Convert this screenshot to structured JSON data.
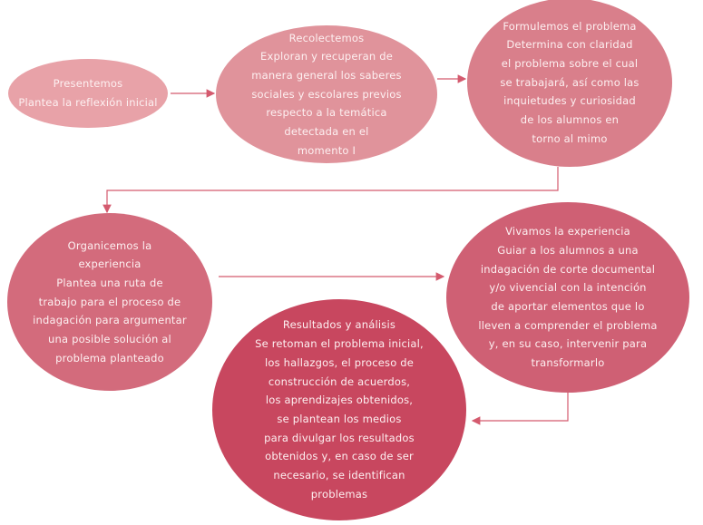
{
  "colors": {
    "arrow": "#d45a6e",
    "n1": "#e8a2a8",
    "n2": "#e0939b",
    "n3": "#d97f8b",
    "n4": "#d36b7c",
    "n5": "#cf6074",
    "n6": "#c8475f"
  },
  "nodes": [
    {
      "id": "presentemos",
      "lines": [
        "Presentemos",
        "Plantea la reflexión inicial"
      ]
    },
    {
      "id": "recolectemos",
      "lines": [
        "Recolectemos",
        "Exploran y recuperan de",
        "manera general los saberes",
        "sociales y escolares previos",
        "respecto a la temática",
        "detectada en el",
        "momento I"
      ]
    },
    {
      "id": "formulemos",
      "lines": [
        "Formulemos el problema",
        "Determina con claridad",
        "el problema sobre el cual",
        "se trabajará, así como las",
        "inquietudes y curiosidad",
        "de los alumnos en",
        "torno al mimo"
      ]
    },
    {
      "id": "organicemos",
      "lines": [
        "Organicemos la",
        "experiencia",
        "Plantea una ruta de",
        "trabajo para el proceso de",
        "indagación para argumentar",
        "una posible solución al",
        "problema planteado"
      ]
    },
    {
      "id": "vivamos",
      "lines": [
        "Vivamos la experiencia",
        "Guiar a los alumnos a una",
        "indagación de corte documental",
        "y/o vivencial con la intención",
        "de aportar elementos que lo",
        "lleven a comprender el problema",
        "y, en su caso, intervenir para",
        "transformarlo"
      ]
    },
    {
      "id": "resultados",
      "lines": [
        "Resultados y análisis",
        "Se retoman el problema inicial,",
        "los hallazgos, el proceso de",
        "construcción de acuerdos,",
        "los aprendizajes obtenidos,",
        "se plantean los medios",
        "para divulgar los resultados",
        "obtenidos y, en caso de ser",
        "necesario, se identifican",
        "problemas"
      ]
    }
  ]
}
